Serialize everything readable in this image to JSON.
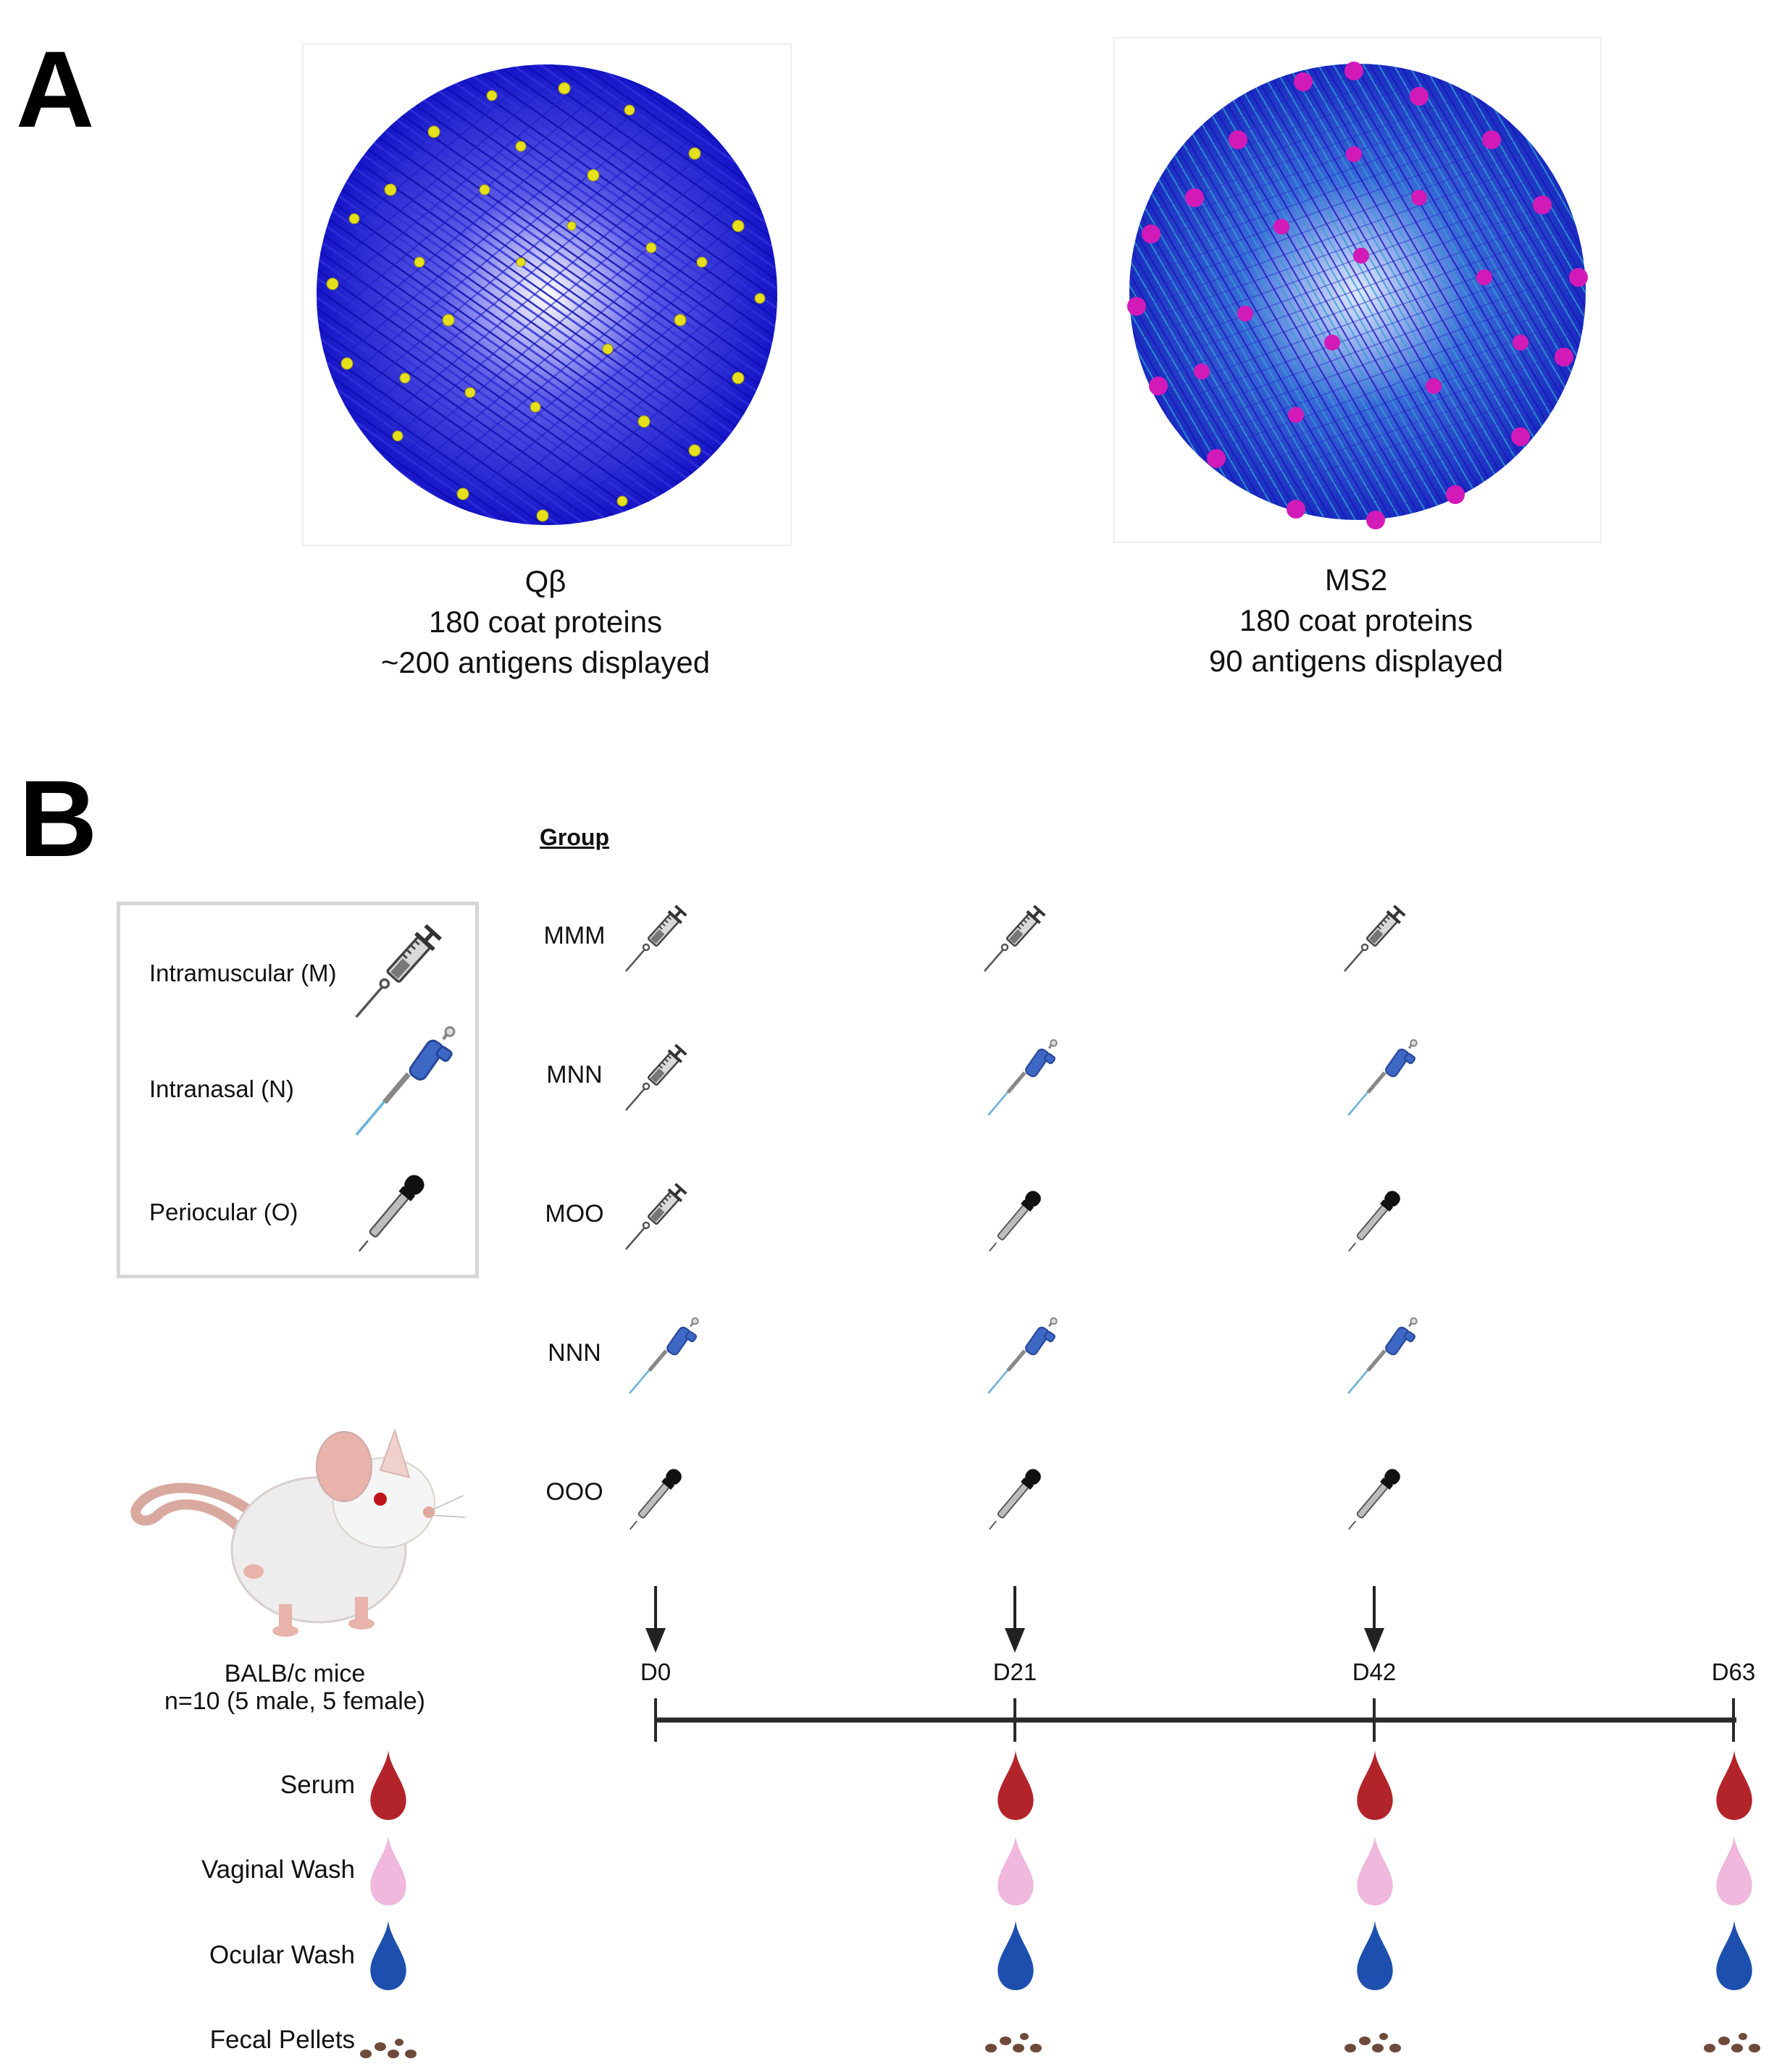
{
  "panel_a": {
    "letter": "A",
    "particles": [
      {
        "name": "Qβ",
        "coat_proteins": "180 coat proteins",
        "antigens": "~200 antigens displayed",
        "shell_color": "#1a1ad0",
        "antigen_color": "#e8e020"
      },
      {
        "name": "MS2",
        "coat_proteins": "180 coat proteins",
        "antigens": "90 antigens displayed",
        "shell_color": "#2a3fd6",
        "antigen_color": "#d21ab8"
      }
    ]
  },
  "panel_b": {
    "letter": "B",
    "group_title": "Group",
    "legend": [
      {
        "label": "Intramuscular (M)",
        "icon": "syringe-icon"
      },
      {
        "label": "Intranasal (N)",
        "icon": "pipette-icon"
      },
      {
        "label": "Periocular (O)",
        "icon": "dropper-icon"
      }
    ],
    "groups": [
      {
        "label": "MMM",
        "doses": [
          "syringe",
          "syringe",
          "syringe"
        ]
      },
      {
        "label": "MNN",
        "doses": [
          "syringe",
          "pipette",
          "pipette"
        ]
      },
      {
        "label": "MOO",
        "doses": [
          "syringe",
          "dropper",
          "dropper"
        ]
      },
      {
        "label": "NNN",
        "doses": [
          "pipette",
          "pipette",
          "pipette"
        ]
      },
      {
        "label": "OOO",
        "doses": [
          "dropper",
          "dropper",
          "dropper"
        ]
      }
    ],
    "mouse": {
      "strain": "BALB/c mice",
      "cohort": "n=10 (5 male, 5 female)"
    },
    "timeline": {
      "days": [
        "D0",
        "D21",
        "D42",
        "D63"
      ],
      "dose_days": [
        "D0",
        "D21",
        "D42"
      ]
    },
    "samples": [
      {
        "label": "Serum",
        "color": "#b3242a",
        "collected": [
          "D21",
          "D42",
          "D63"
        ]
      },
      {
        "label": "Vaginal Wash",
        "color": "#efb8dc",
        "collected": [
          "D21",
          "D42",
          "D63"
        ]
      },
      {
        "label": "Ocular Wash",
        "color": "#1d4fae",
        "collected": [
          "D21",
          "D42",
          "D63"
        ]
      },
      {
        "label": "Fecal Pellets",
        "color": "#6e4a3a",
        "collected": [
          "D21",
          "D42",
          "D63"
        ]
      }
    ]
  }
}
